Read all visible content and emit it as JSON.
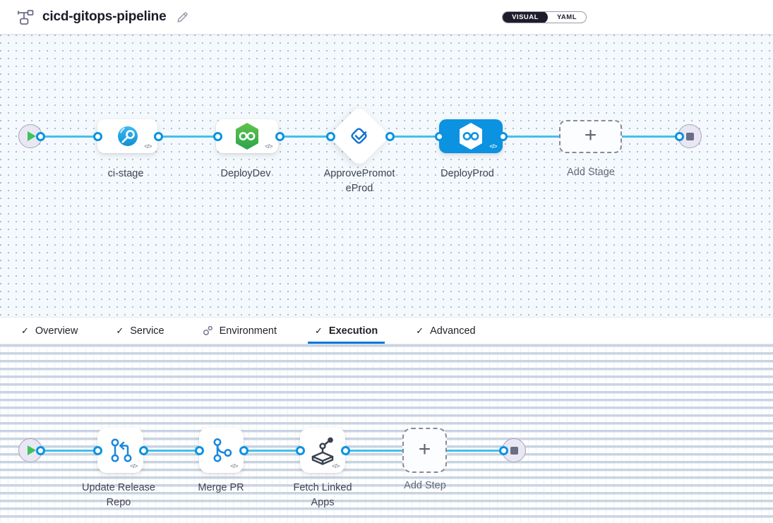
{
  "glyphs": {
    "code": "</>",
    "plus": "+",
    "check": "✓"
  },
  "header": {
    "title": "cicd-gitops-pipeline",
    "toggle": {
      "visual": "VISUAL",
      "yaml": "YAML",
      "selected": "VISUAL"
    }
  },
  "colors": {
    "accent_blue": "#0092e4",
    "connector_line": "#45bfeb",
    "selected_stage_bg": "#0b92e1",
    "tab_underline": "#0278d5",
    "cd_green": "#3fae4f",
    "canvas_top_bg": "#f4f9fd"
  },
  "stages": {
    "items": [
      {
        "label": "ci-stage",
        "type": "ci-build"
      },
      {
        "label": "DeployDev",
        "type": "cd-deploy"
      },
      {
        "label": "ApprovePromoteProd",
        "type": "approval"
      },
      {
        "label": "DeployProd",
        "type": "cd-deploy",
        "selected": true
      },
      {
        "label": "Add Stage",
        "type": "add-placeholder"
      }
    ]
  },
  "tabs": {
    "items": [
      {
        "label": "Overview",
        "icon": "check"
      },
      {
        "label": "Service",
        "icon": "check"
      },
      {
        "label": "Environment",
        "icon": "environment"
      },
      {
        "label": "Execution",
        "icon": "check",
        "active": true
      },
      {
        "label": "Advanced",
        "icon": "check"
      }
    ],
    "active": "Execution"
  },
  "steps": {
    "items": [
      {
        "label": "Update Release Repo",
        "type": "update-release-repo"
      },
      {
        "label": "Merge PR",
        "type": "merge-pr"
      },
      {
        "label": "Fetch Linked Apps",
        "type": "gitops-fetch-linked-apps"
      },
      {
        "label": "Add Step",
        "type": "add-placeholder"
      }
    ]
  }
}
